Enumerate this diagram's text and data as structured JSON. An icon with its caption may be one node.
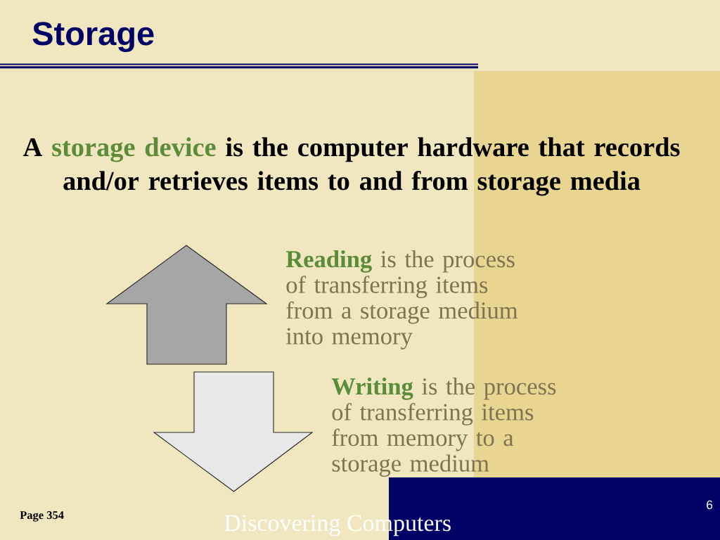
{
  "diagram": {
    "title": "Storage",
    "labels": [
      "A",
      "storage device",
      "is the computer hardware that records and/or retrieves items to and from storage media",
      "**Reading** is the process of transferring items from a storage medium into memory",
      "**Writing** is the process of transferring items from memory to a storage medium",
      "Page 354",
      "Discovering Computers",
      "6"
    ]
  }
}
